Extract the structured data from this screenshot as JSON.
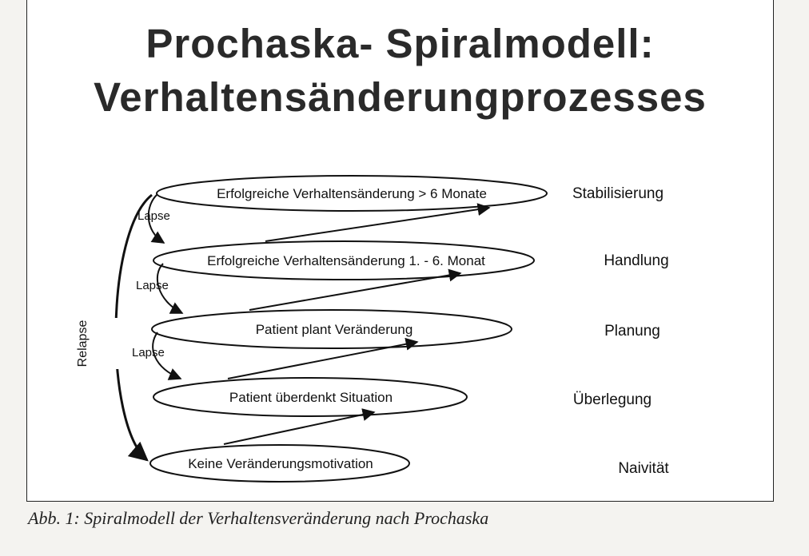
{
  "title": {
    "line1": "Prochaska- Spiralmodell:",
    "line2": "Verhaltensänderungprozesses"
  },
  "levels": [
    {
      "id": "stabilisierung",
      "ellipse_label": "Erfolgreiche Verhaltensänderung > 6 Monate",
      "stage": "Stabilisierung"
    },
    {
      "id": "handlung",
      "ellipse_label": "Erfolgreiche Verhaltensänderung 1. - 6. Monat",
      "stage": "Handlung"
    },
    {
      "id": "planung",
      "ellipse_label": "Patient plant Veränderung",
      "stage": "Planung"
    },
    {
      "id": "ueberlegung",
      "ellipse_label": "Patient überdenkt Situation",
      "stage": "Überlegung"
    },
    {
      "id": "naivitaet",
      "ellipse_label": "Keine Veränderungsmotivation",
      "stage": "Naivität"
    }
  ],
  "lapse_labels": [
    "Lapse",
    "Lapse",
    "Lapse"
  ],
  "relapse_label": "Relapse",
  "caption": "Abb. 1: Spiralmodell der Verhaltensveränderung nach Prochaska",
  "colors": {
    "ink": "#111111",
    "title": "#2a2a2a",
    "frame_bg": "#ffffff",
    "page_bg": "#f4f3f0"
  }
}
